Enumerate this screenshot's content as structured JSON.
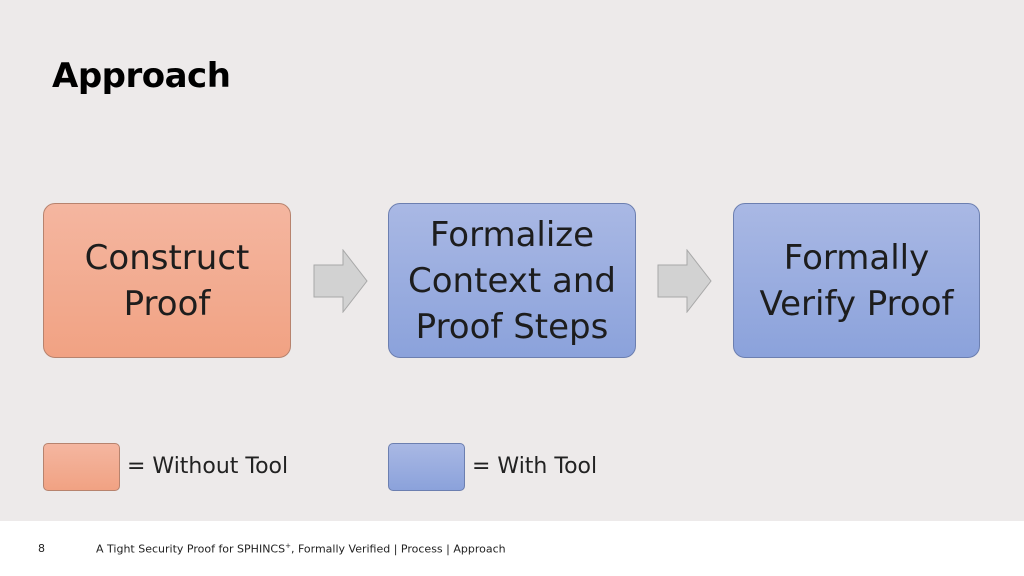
{
  "slide": {
    "title": "Approach",
    "steps": [
      {
        "label": "Construct\nProof",
        "category": "without_tool"
      },
      {
        "label": "Formalize\nContext and\nProof Steps",
        "category": "with_tool"
      },
      {
        "label": "Formally\nVerify Proof",
        "category": "with_tool"
      }
    ],
    "legend": {
      "without_tool": "= Without Tool",
      "with_tool": "= With Tool"
    },
    "colors": {
      "without_tool": "#f3ab8f",
      "with_tool": "#9aaee0",
      "arrow": "#d0d0d0"
    }
  },
  "footer": {
    "page_number": "8",
    "text_main": "A Tight Security Proof for SPHINCS",
    "text_sup": "+",
    "text_rest": ", Formally Verified | Process | Approach"
  }
}
